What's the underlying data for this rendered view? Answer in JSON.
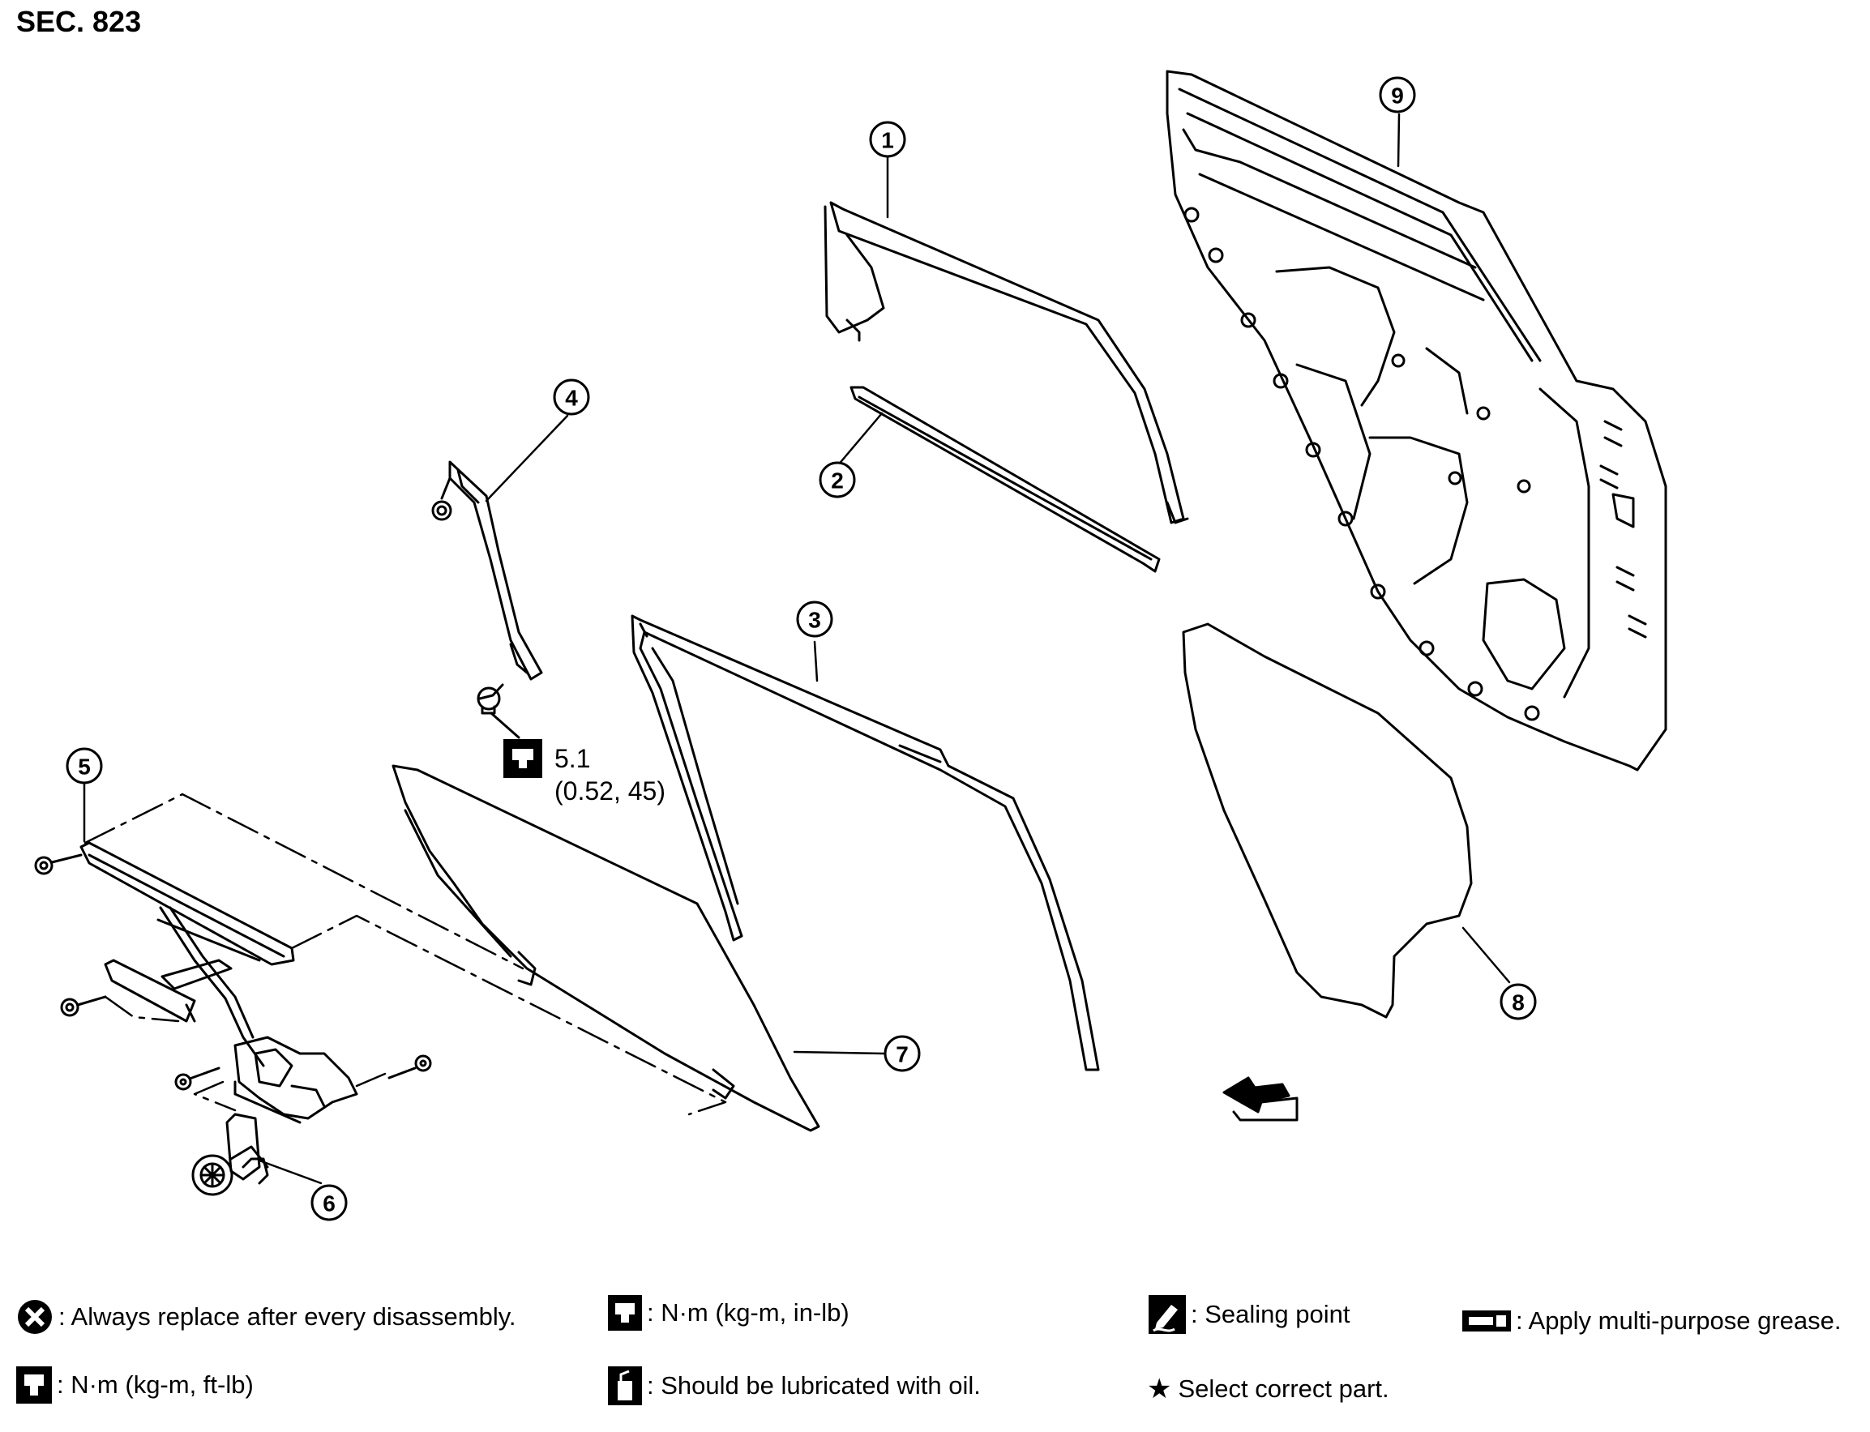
{
  "section_title": "SEC. 823",
  "callouts": [
    {
      "id": "1",
      "label": "1"
    },
    {
      "id": "2",
      "label": "2"
    },
    {
      "id": "3",
      "label": "3"
    },
    {
      "id": "4",
      "label": "4"
    },
    {
      "id": "5",
      "label": "5"
    },
    {
      "id": "6",
      "label": "6"
    },
    {
      "id": "7",
      "label": "7"
    },
    {
      "id": "8",
      "label": "8"
    },
    {
      "id": "9",
      "label": "9"
    }
  ],
  "torque_spec": {
    "value": "5.1",
    "detail": "(0.52, 45)"
  },
  "legend": {
    "replace": ": Always replace after every disassembly.",
    "torque_inlb": ": N·m (kg-m, in-lb)",
    "sealing": ": Sealing point",
    "grease": ": Apply multi-purpose grease.",
    "torque_ftlb": ": N·m (kg-m, ft-lb)",
    "oil": ": Should be lubricated with oil.",
    "select": "Select correct part."
  },
  "icons": {
    "replace": "x-circle-icon",
    "torque": "torque-wrench-icon",
    "sealing": "sealant-icon",
    "grease": "grease-icon",
    "oil": "oil-can-icon",
    "star": "star-icon",
    "front": "front-arrow-icon"
  }
}
